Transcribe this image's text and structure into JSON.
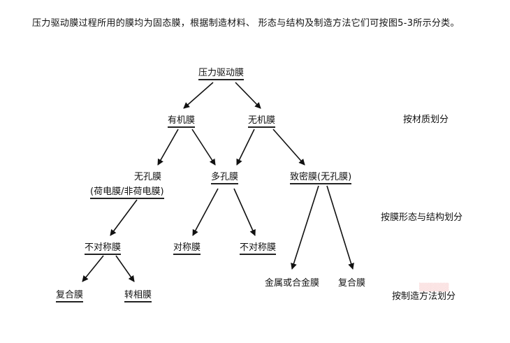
{
  "intro": "压力驱动膜过程所用的膜均为固态膜，根据制造材料、 形态与结构及制造方法它们可按图5-3所示分类。",
  "tree": {
    "root": "压力驱动膜",
    "organic": "有机膜",
    "inorganic": "无机膜",
    "nonporous": "无孔膜",
    "nonporous_sub": "(荷电膜/非荷电膜)",
    "porous": "多孔膜",
    "dense": "致密膜(无孔膜)",
    "asym_left": "不对称膜",
    "sym": "对称膜",
    "asym_mid": "不对称膜",
    "composite_left": "复合膜",
    "phase_inversion": "转相膜",
    "metal_alloy": "金属或合金膜",
    "composite_right": "复合膜"
  },
  "categories": {
    "by_material": "按材质划分",
    "by_morphology": "按膜形态与结构划分",
    "by_method": "按制造方法划分"
  }
}
